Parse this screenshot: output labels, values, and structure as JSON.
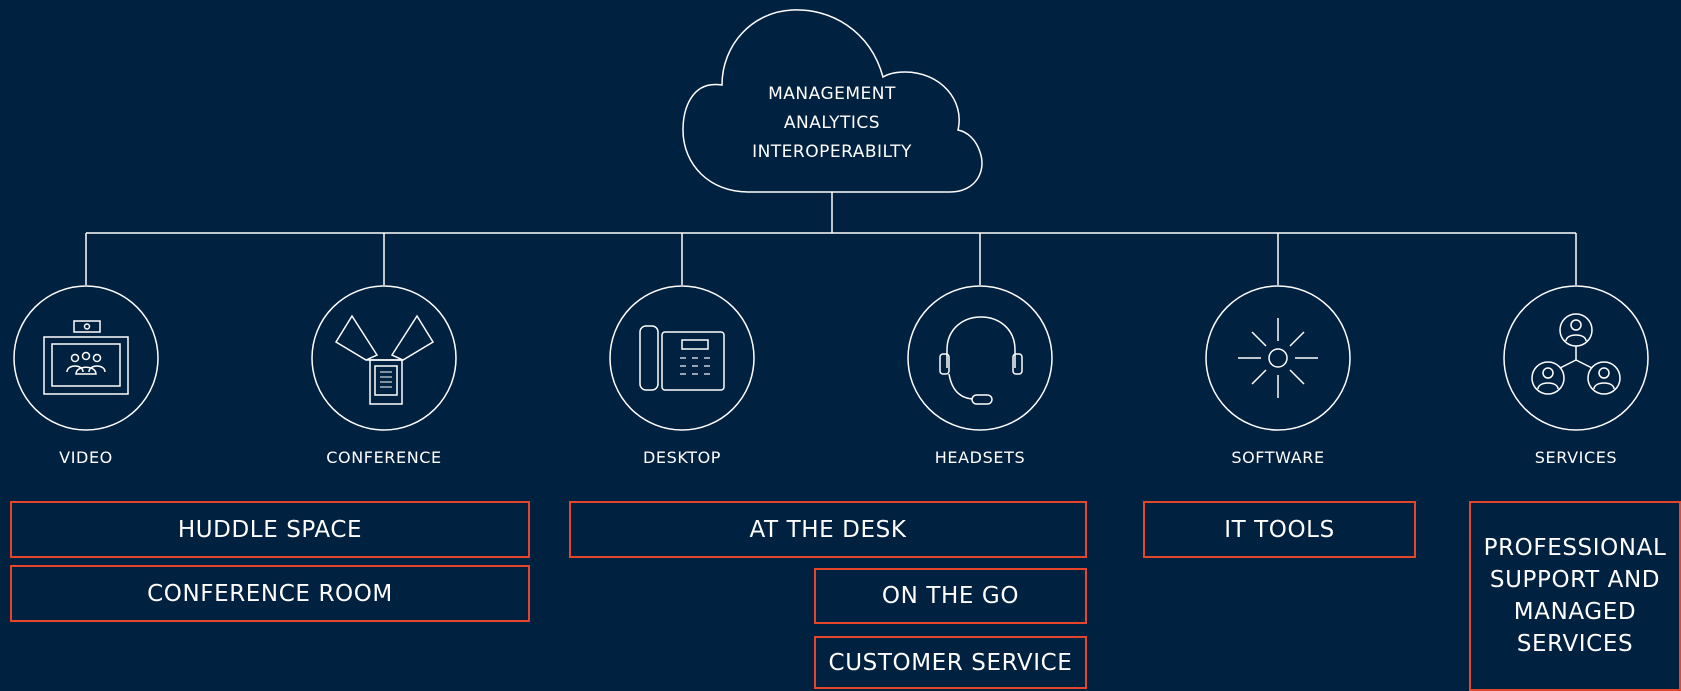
{
  "colors": {
    "background": "#00213f",
    "line": "#ffffff",
    "accent": "#e5462a"
  },
  "cloud": {
    "lines": [
      "MANAGEMENT",
      "ANALYTICS",
      "INTEROPERABILTY"
    ]
  },
  "categories": [
    {
      "label": "VIDEO",
      "icon": "video-conference-screen-icon"
    },
    {
      "label": "CONFERENCE",
      "icon": "conference-phone-icon"
    },
    {
      "label": "DESKTOP",
      "icon": "desk-phone-icon"
    },
    {
      "label": "HEADSETS",
      "icon": "headset-icon"
    },
    {
      "label": "SOFTWARE",
      "icon": "software-burst-icon"
    },
    {
      "label": "SERVICES",
      "icon": "people-network-icon"
    }
  ],
  "tags": {
    "huddle_space": "HUDDLE SPACE",
    "conference_room": "CONFERENCE ROOM",
    "at_the_desk": "AT THE DESK",
    "on_the_go": "ON THE GO",
    "customer_service": "CUSTOMER SERVICE",
    "it_tools": "IT TOOLS",
    "professional_services": "PROFESSIONAL SUPPORT AND MANAGED SERVICES"
  }
}
